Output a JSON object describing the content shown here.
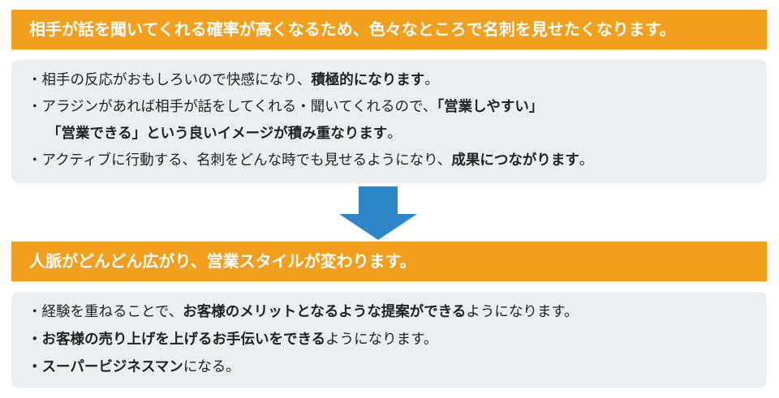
{
  "top": {
    "banner": "相手が話を聞いてくれる確率が高くなるため、色々なところで名刺を見せたくなります。",
    "lines": [
      [
        {
          "t": "・相手の反応がおもしろいので快感になり、",
          "b": false
        },
        {
          "t": "積極的になります",
          "b": true
        },
        {
          "t": "。",
          "b": false
        }
      ],
      [
        {
          "t": "・アラジンがあれば相手が話をしてくれる・聞いてくれるので、",
          "b": false
        },
        {
          "t": "「営業しやすい」",
          "b": true
        }
      ],
      [
        {
          "t": "「営業できる」という良いイメージが積み重なります",
          "b": true
        },
        {
          "t": "。",
          "b": false
        }
      ],
      [
        {
          "t": "・アクティブに行動する、名刺をどんな時でも見せるようになり、",
          "b": false
        },
        {
          "t": "成果につながります",
          "b": true
        },
        {
          "t": "。",
          "b": false
        }
      ]
    ]
  },
  "bottom": {
    "banner": "人脈がどんどん広がり、営業スタイルが変わります。",
    "lines": [
      [
        {
          "t": "・経験を重ねることで、",
          "b": false
        },
        {
          "t": "お客様のメリットとなるような提案ができる",
          "b": true
        },
        {
          "t": "ようになります。",
          "b": false
        }
      ],
      [
        {
          "t": "・お客様の売り上げを上げるお手伝いをできる",
          "b": true
        },
        {
          "t": "ようになります。",
          "b": false
        }
      ],
      [
        {
          "t": "・スーパービジネスマン",
          "b": true
        },
        {
          "t": "になる。",
          "b": false
        }
      ]
    ]
  },
  "colors": {
    "banner": "#f29f1e",
    "panel": "#eceeef",
    "arrow": "#2e86c9",
    "banner_text": "#ffffff",
    "body_text": "#222222"
  },
  "icons": {
    "arrow": "down-arrow-icon"
  }
}
